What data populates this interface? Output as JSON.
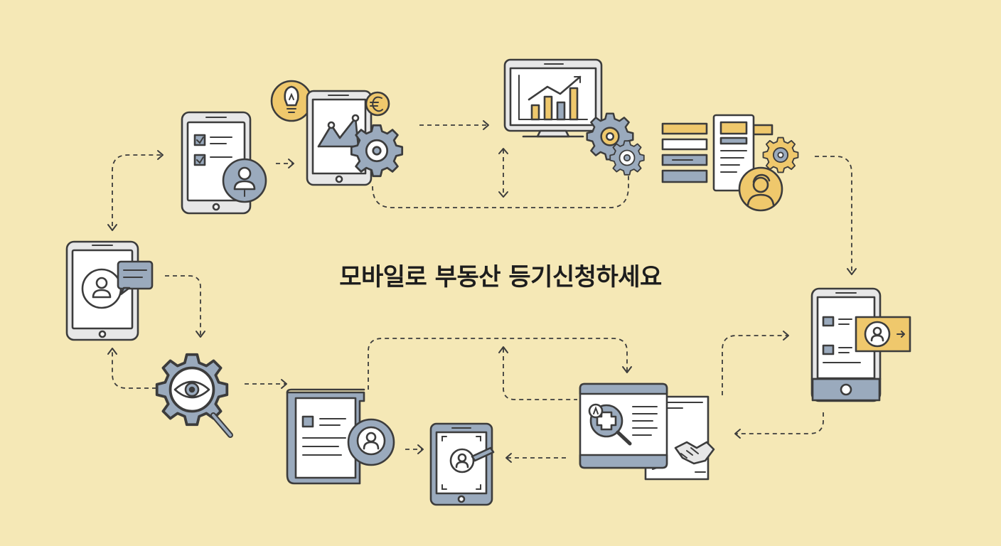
{
  "title": "모바일로 부동산 등기신청하세요",
  "palette": {
    "background": "#f5e8b6",
    "stroke": "#3c3c3c",
    "blue": "#9aaabd",
    "yellow": "#efc86c",
    "screen": "#ffffff",
    "device": "#e7e7e7"
  },
  "nodes": [
    {
      "id": "tablet-profile-chat",
      "icons": [
        "tablet-icon",
        "user-icon",
        "chat-bubble-icon"
      ]
    },
    {
      "id": "tablet-checklist-user",
      "icons": [
        "tablet-icon",
        "checklist-icon",
        "user-icon"
      ]
    },
    {
      "id": "tablet-chart-gear",
      "icons": [
        "lightbulb-icon",
        "tablet-icon",
        "chart-icon",
        "gear-icon",
        "euro-coin-icon"
      ]
    },
    {
      "id": "monitor-bar-chart",
      "icons": [
        "monitor-icon",
        "bar-chart-icon",
        "gears-icon"
      ]
    },
    {
      "id": "document-form-person",
      "icons": [
        "form-icon",
        "document-icon",
        "gear-icon",
        "person-icon"
      ]
    },
    {
      "id": "phone-list-user",
      "icons": [
        "phone-icon",
        "list-icon",
        "user-card-icon"
      ]
    },
    {
      "id": "browser-search-handshake",
      "icons": [
        "browser-icon",
        "magnifier-icon",
        "handshake-icon"
      ]
    },
    {
      "id": "tablet-user-pen",
      "icons": [
        "tablet-icon",
        "user-icon",
        "pen-icon"
      ]
    },
    {
      "id": "book-user",
      "icons": [
        "book-icon",
        "user-badge-icon"
      ]
    },
    {
      "id": "gear-eye-search",
      "icons": [
        "gear-icon",
        "eye-icon",
        "magnifier-icon"
      ]
    }
  ]
}
